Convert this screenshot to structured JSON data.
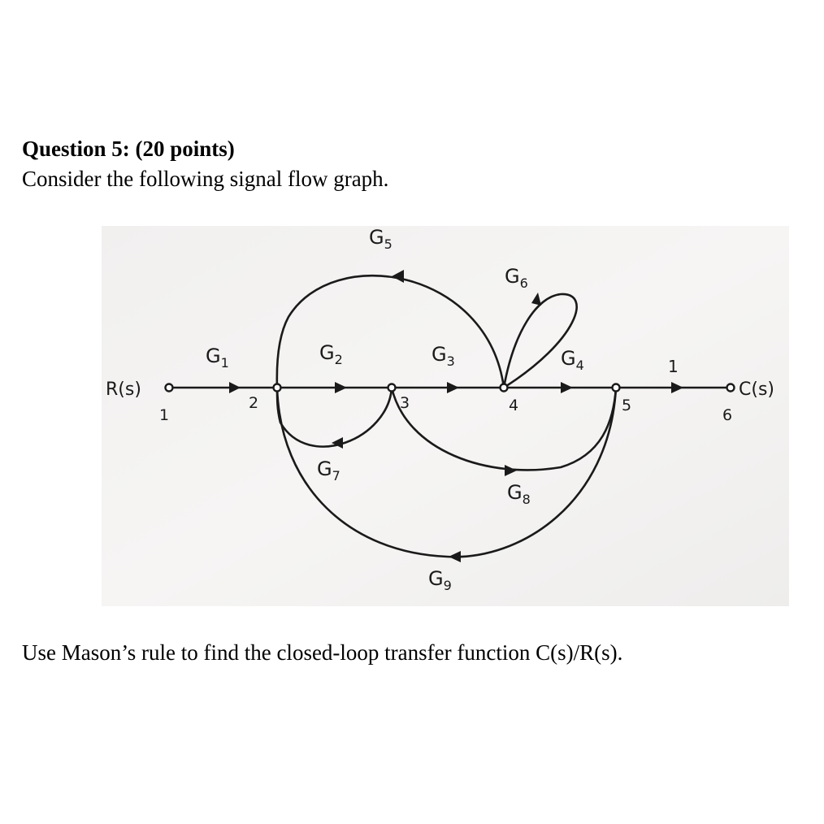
{
  "question": {
    "title": "Question 5: (20 points)",
    "prompt": "Consider the following signal flow graph.",
    "instruction": "Use Mason’s rule to find the closed-loop transfer function C(s)/R(s)."
  },
  "graph": {
    "input_label": "R(s)",
    "output_label": "C(s)",
    "nodes": [
      "1",
      "2",
      "3",
      "4",
      "5",
      "6"
    ],
    "gains": {
      "g1": {
        "main": "G",
        "sub": "1"
      },
      "g2": {
        "main": "G",
        "sub": "2"
      },
      "g3": {
        "main": "G",
        "sub": "3"
      },
      "g4": {
        "main": "G",
        "sub": "4"
      },
      "g5": {
        "main": "G",
        "sub": "5"
      },
      "g6": {
        "main": "G",
        "sub": "6"
      },
      "g7": {
        "main": "G",
        "sub": "7"
      },
      "g8": {
        "main": "G",
        "sub": "8"
      },
      "g9": {
        "main": "G",
        "sub": "9"
      },
      "unity": "1"
    }
  }
}
